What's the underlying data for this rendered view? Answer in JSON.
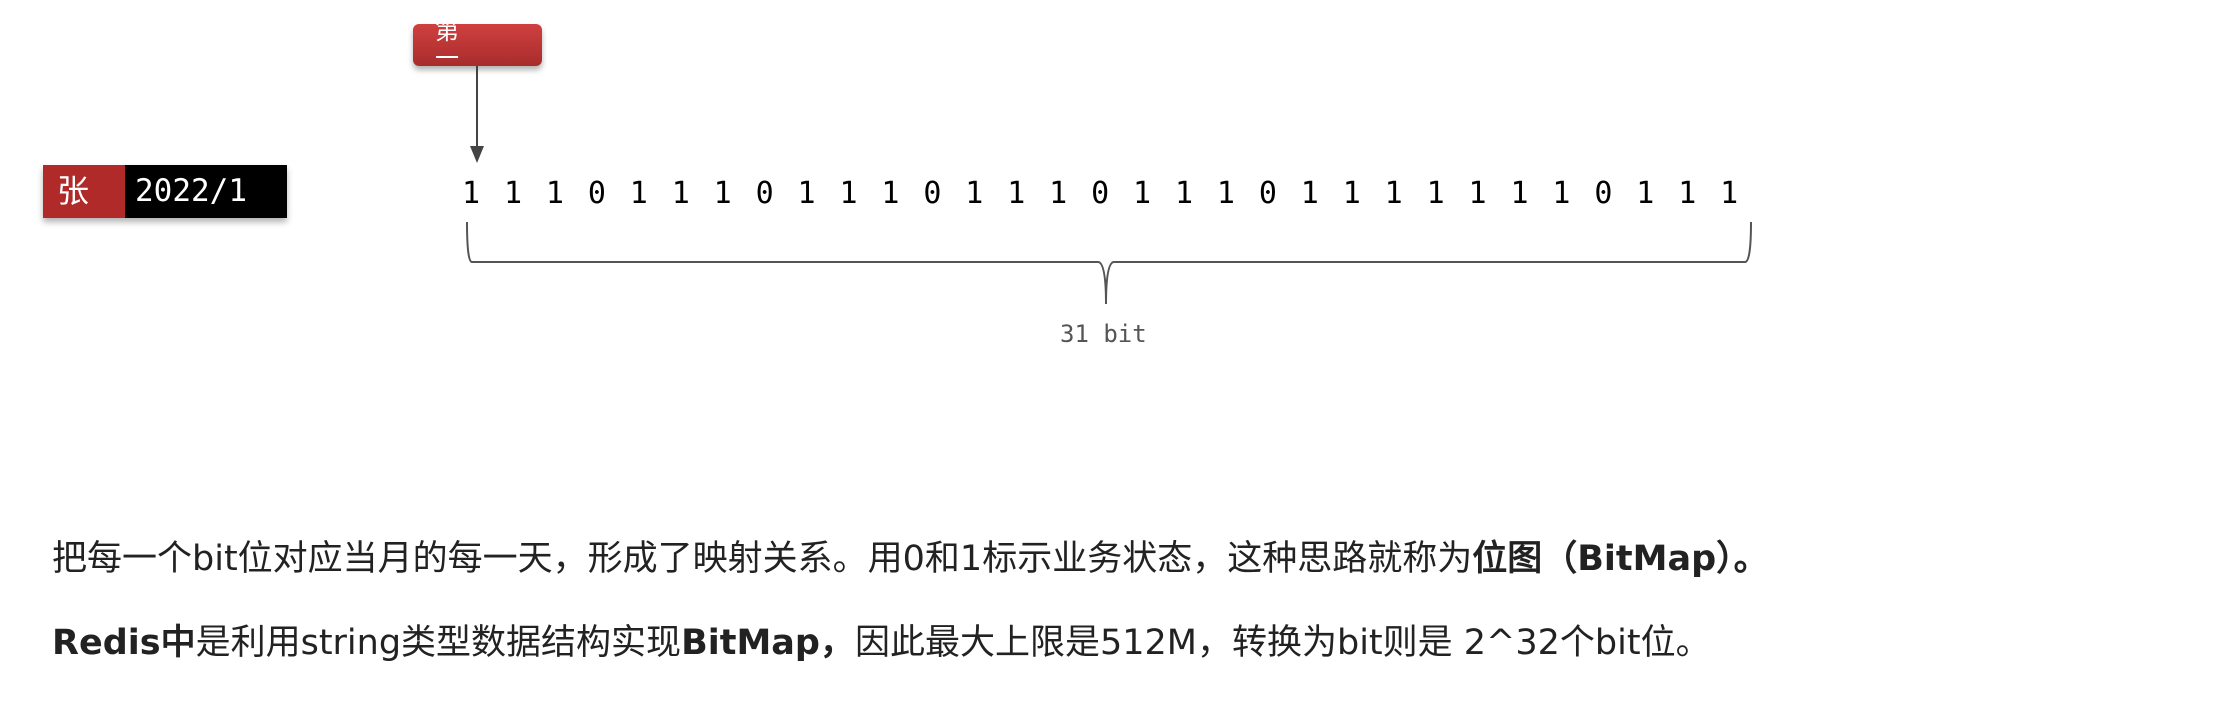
{
  "day_tag": "第一天",
  "user": {
    "name": "张三",
    "month": "2022/1"
  },
  "bits": [
    "1",
    "1",
    "1",
    "0",
    "1",
    "1",
    "1",
    "0",
    "1",
    "1",
    "1",
    "0",
    "1",
    "1",
    "1",
    "0",
    "1",
    "1",
    "1",
    "0",
    "1",
    "1",
    "1",
    "1",
    "1",
    "1",
    "1",
    "0",
    "1",
    "1",
    "1"
  ],
  "bits_label": "31 bit",
  "line1": {
    "text": "把每一个bit位对应当月的每一天，形成了映射关系。用0和1标示业务状态，这种思路就称为",
    "bold": "位图（BitMap）。"
  },
  "line2": {
    "bold1": "Redis中",
    "text1": "是利用string类型数据结构实现",
    "bold2": "BitMap，",
    "text2": "因此最大上限是512M，转换为bit则是 2^32个bit位。"
  },
  "colors": {
    "accent": "#b02a2a",
    "line": "#555555"
  }
}
